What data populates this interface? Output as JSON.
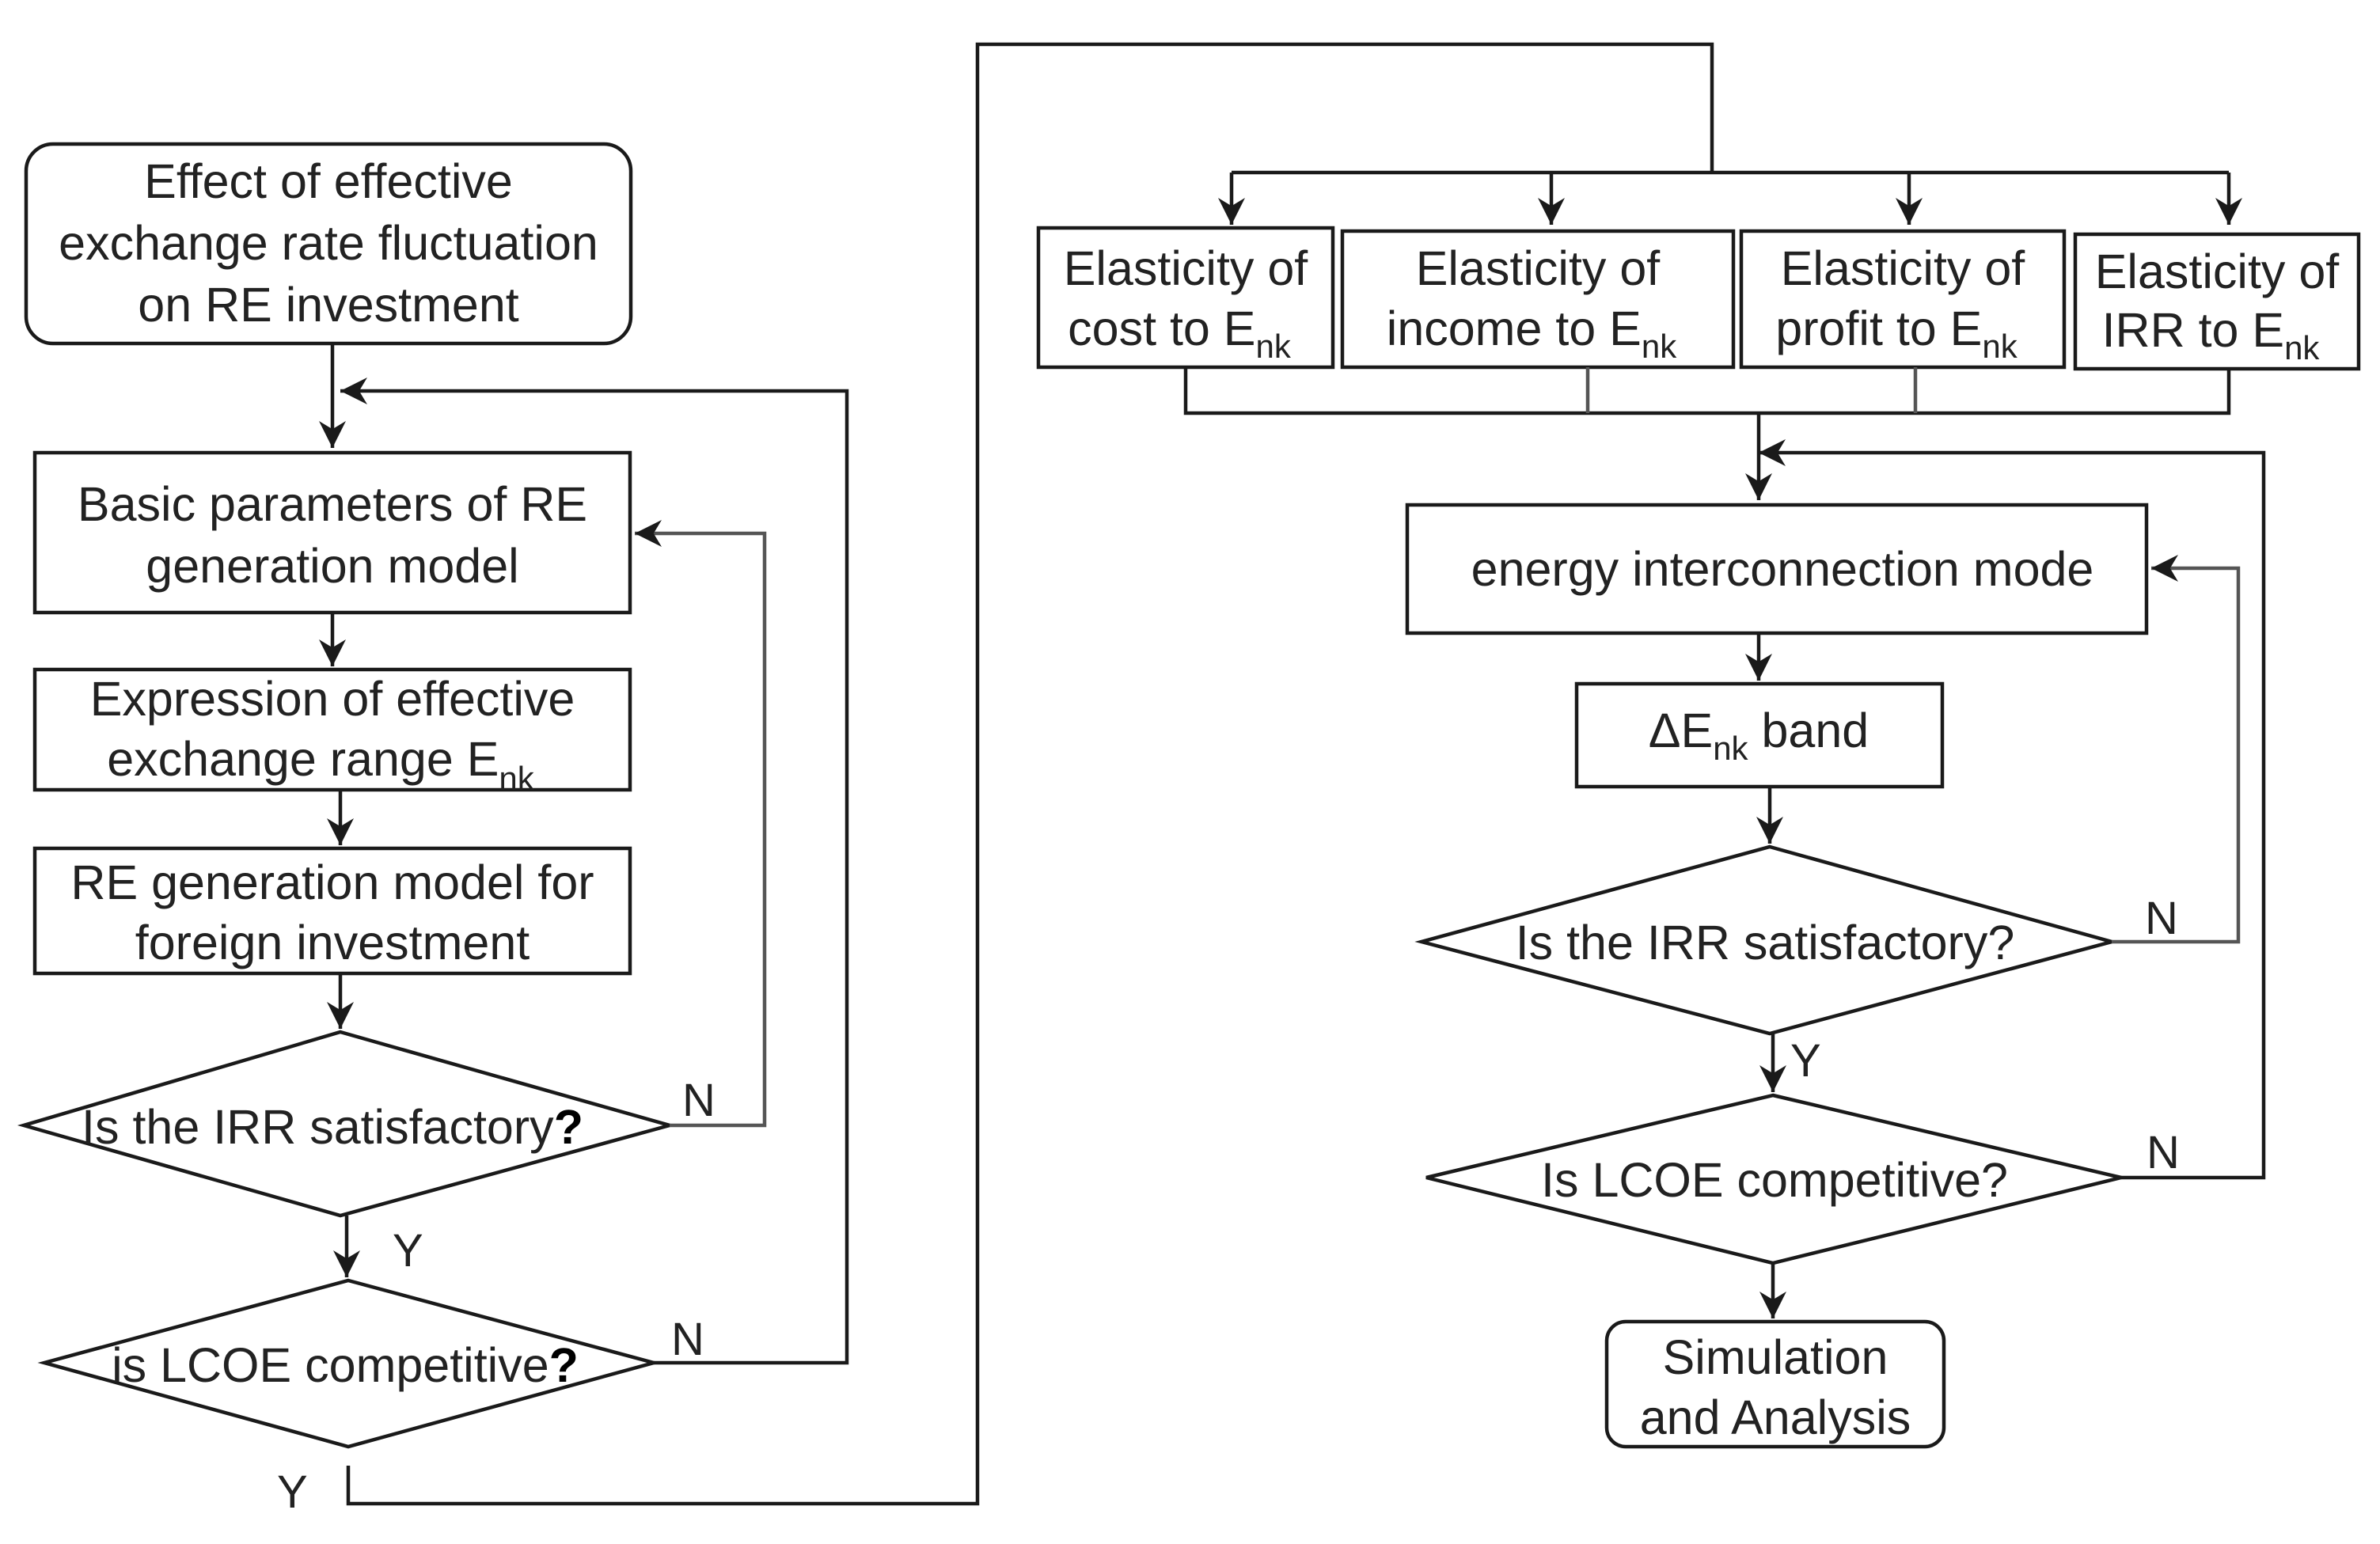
{
  "flowchart": {
    "start_box": {
      "line1": "Effect of effective",
      "line2": "exchange rate fluctuation",
      "line3": "on RE investment"
    },
    "basic_params": {
      "line1": "Basic parameters of RE",
      "line2": "generation model"
    },
    "expression": {
      "line1": "Expression of effective",
      "line2": "exchange range E",
      "line2_sub": "nk"
    },
    "re_model": {
      "line1": "RE generation model for",
      "line2": "foreign investment"
    },
    "left_irr_decision": {
      "text": "Is the IRR satisfactory",
      "mark": "?"
    },
    "left_lcoe_decision": {
      "text": "is LCOE competitive",
      "mark": "?"
    },
    "elasticity_cost": {
      "line1": "Elasticity of",
      "line2": "cost to E",
      "sub": "nk"
    },
    "elasticity_income": {
      "line1": "Elasticity of",
      "line2": "income to E",
      "sub": "nk"
    },
    "elasticity_profit": {
      "line1": "Elasticity of",
      "line2": "profit to E",
      "sub": "nk"
    },
    "elasticity_irr": {
      "line1": "Elasticity of",
      "line2": "IRR to E",
      "sub": "nk"
    },
    "energy_mode": {
      "text": "energy interconnection mode"
    },
    "delta_band": {
      "prefix": "ΔE",
      "sub": "nk",
      "suffix": " band"
    },
    "right_irr_decision": {
      "text": "Is the IRR satisfactory?"
    },
    "right_lcoe_decision": {
      "text": "Is  LCOE competitive?"
    },
    "end_box": {
      "line1": "Simulation",
      "line2": "and Analysis"
    },
    "edge_labels": {
      "left_irr_no": "N",
      "left_irr_yes": "Y",
      "left_lcoe_no": "N",
      "left_lcoe_yes": "Y",
      "right_irr_no": "N",
      "right_irr_yes": "Y",
      "right_lcoe_no": "N"
    }
  }
}
